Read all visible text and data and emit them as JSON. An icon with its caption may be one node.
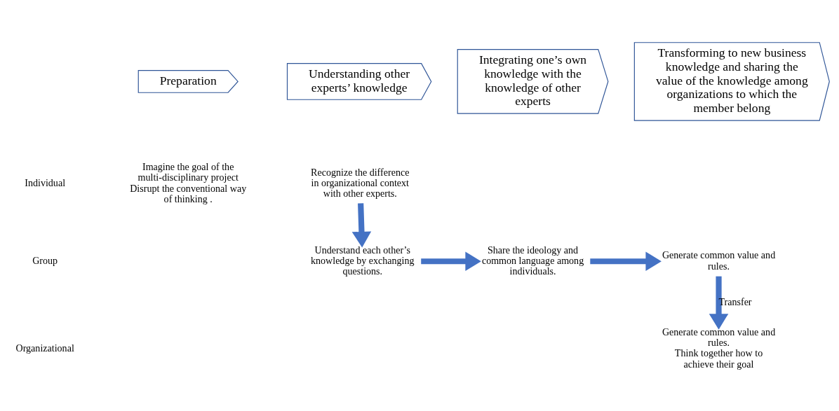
{
  "diagram": {
    "nodes": [
      {
        "text": [
          "Preparation"
        ]
      },
      {
        "text": [
          "Understanding other experts’ knowledge"
        ]
      },
      {
        "text": [
          "Integrating one’s own knowledge with the knowledge of other experts"
        ]
      },
      {
        "text": [
          "Transforming to new business knowledge and sharing the value of the knowledge among organizations to which the member belong"
        ]
      },
      {
        "text": [
          "Recognize the difference in organizational context with other experts."
        ]
      },
      {
        "text": [
          "Understand each other’s knowledge by exchanging questions."
        ]
      },
      {
        "text": [
          "Share the ideology and common language among individuals."
        ]
      },
      {
        "text": [
          "Generate common value and rules."
        ]
      },
      {
        "text": [
          "Generate common value and rules.",
          "Think together how to achieve their goal"
        ]
      }
    ],
    "edges": [
      {
        "from": 4,
        "to": 5,
        "arrow": "to"
      },
      {
        "from": 5,
        "to": 6,
        "arrow": "to"
      },
      {
        "from": 6,
        "to": 7,
        "arrow": "to"
      },
      {
        "from": 7,
        "to": 8,
        "arrow": "to",
        "label": "Transfer"
      }
    ],
    "labels": [
      "Individual",
      "Imagine the goal of the multi-disciplinary project Disrupt the conventional way of thinking .",
      "Group",
      "Organizational"
    ]
  }
}
